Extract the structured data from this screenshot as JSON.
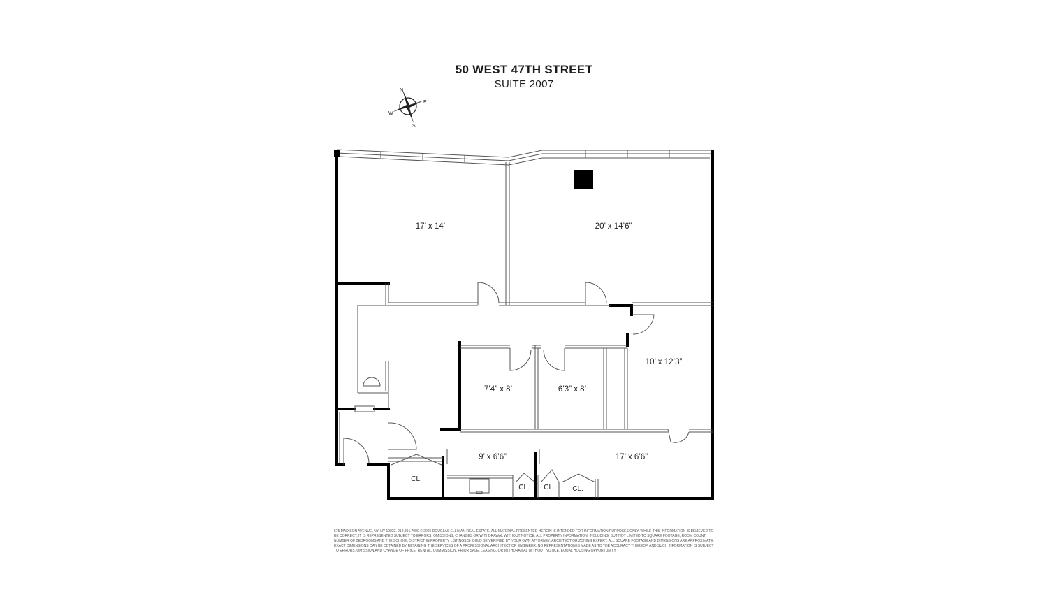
{
  "title": "50 WEST 47TH STREET",
  "subtitle": "SUITE 2007",
  "compass": {
    "n": "N",
    "e": "E",
    "s": "S",
    "w": "W"
  },
  "rooms": {
    "r1": "17’ x 14’",
    "r2": "20’ x 14’6”",
    "r3": "10’ x 12’3”",
    "r4": "7’4” x 8’",
    "r5": "6’3” x 8’",
    "r6": "9’ x 6’6”",
    "r7": "17’ x 6’6”"
  },
  "closets": {
    "c1": "CL.",
    "c2": "CL.",
    "c3": "CL.",
    "c4": "CL."
  },
  "disclaimer": "575 MADISON AVENUE, NY, NY 10022. 212.891.7000 © 2026 DOUGLAS ELLIMAN REAL ESTATE. ALL MATERIAL PRESENTED HEREIN IS INTENDED FOR INFORMATION PURPOSES ONLY. WHILE THIS INFORMATION IS BELIEVED TO BE CORRECT, IT IS REPRESENTED SUBJECT TO ERRORS, OMISSIONS, CHANGES OR WITHDRAWAL WITHOUT NOTICE. ALL PROPERTY INFORMATION, INCLUDING, BUT NOT LIMITED TO SQUARE FOOTAGE, ROOM COUNT, NUMBER OF BEDROOMS AND THE SCHOOL DISTRICT IN PROPERTY LISTINGS SHOULD BE VERIFIED BY YOUR OWN ATTORNEY, ARCHITECT OR ZONING EXPERT. ALL SQUARE FOOTAGE AND DIMENSIONS ARE APPROXIMATE. EXACT DIMENSIONS CAN BE OBTAINED BY RETAINING THE SERVICES OF A PROFESSIONAL ARCHITECT OR ENGINEER. NO REPRESENTATION IS MADE AS TO THE ACCURACY THEREOF, AND SUCH INFORMATION IS SUBJECT TO ERRORS, OMISSION AND CHANGE OF PRICE, RENTAL, COMMISSION, PRIOR SALE, LEASING, OR WITHDRAWAL WITHOUT NOTICE. EQUAL HOUSING OPPORTUNITY."
}
